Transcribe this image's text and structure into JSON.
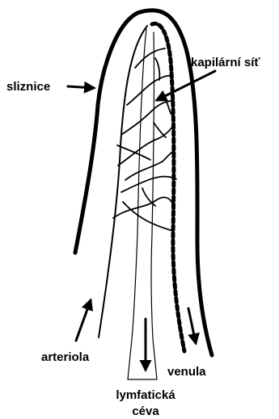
{
  "labels": {
    "sliznice": "sliznice",
    "kapilarni_sit": "kapilární síť",
    "arteriola": "arteriola",
    "venula": "venula",
    "lymfaticka_1": "lymfatická",
    "lymfaticka_2": "céva"
  }
}
